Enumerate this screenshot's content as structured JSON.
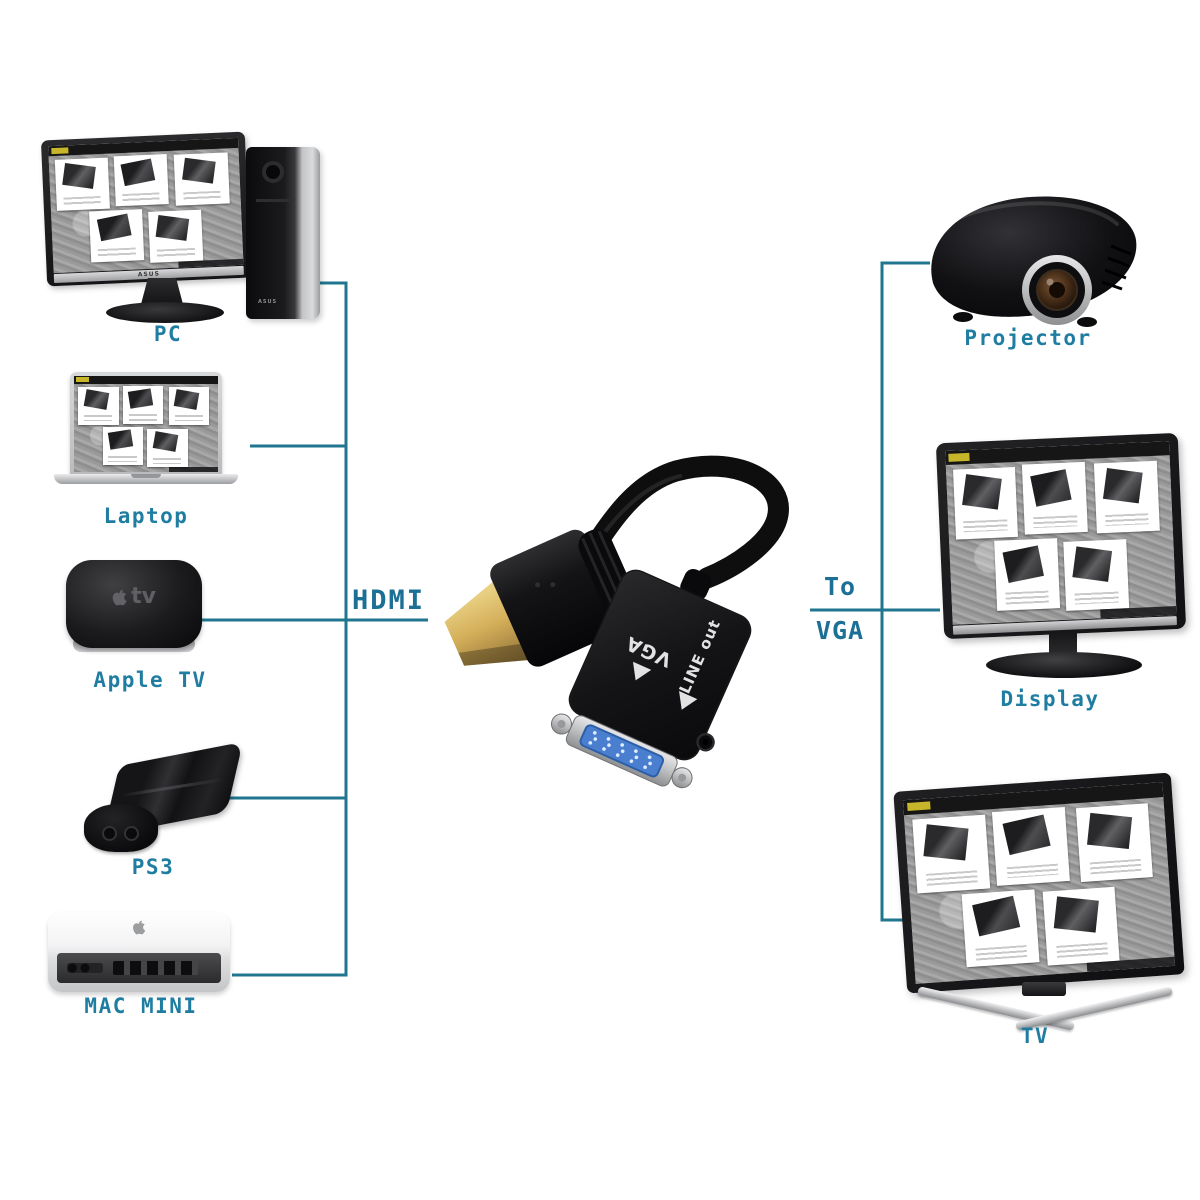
{
  "colors": {
    "background": "#ffffff",
    "connector_line": "#20768f",
    "label_text": "#1f7da1",
    "hdmi_gold": "#d4af5a",
    "vga_port_blue": "#4a7fd0"
  },
  "connections": {
    "left_input_label": "HDMI",
    "right_output_label_line1": "To",
    "right_output_label_line2": "VGA"
  },
  "left_devices": [
    {
      "label": "PC"
    },
    {
      "label": "Laptop"
    },
    {
      "label": "Apple TV"
    },
    {
      "label": "PS3"
    },
    {
      "label": "MAC MINI"
    }
  ],
  "right_devices": [
    {
      "label": "Projector"
    },
    {
      "label": "Display"
    },
    {
      "label": "TV"
    }
  ],
  "adapter": {
    "vga_port_label": "VGA",
    "line_out_label": "LINE out"
  },
  "pc": {
    "brand": "ASUS"
  },
  "apple_tv": {
    "logo_text": "tv"
  }
}
